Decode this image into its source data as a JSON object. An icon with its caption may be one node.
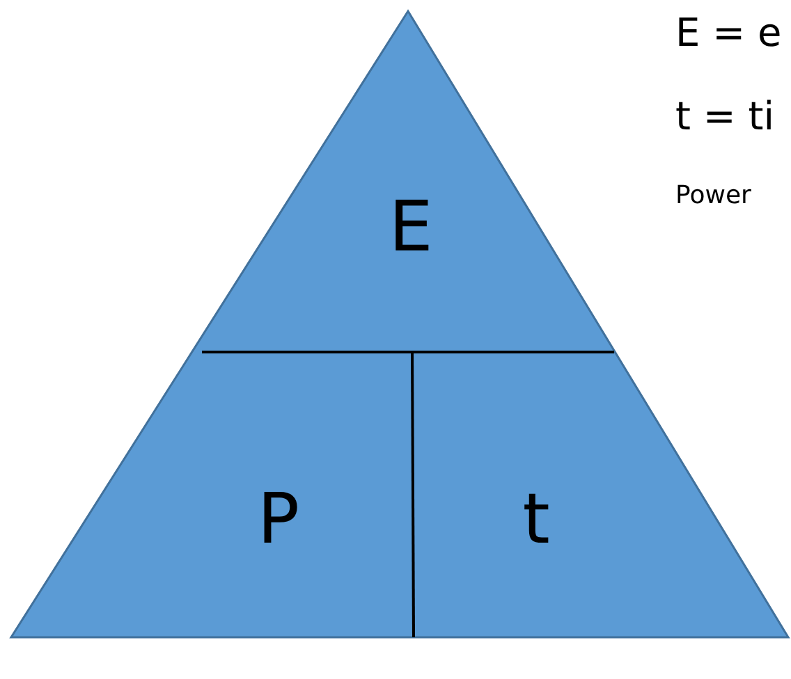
{
  "diagram": {
    "nodes": [
      {
        "text": [
          "E"
        ]
      },
      {
        "text": [
          "P"
        ]
      },
      {
        "text": [
          "t"
        ]
      }
    ],
    "labels": [
      "E = e",
      "t = ti",
      "Power"
    ]
  }
}
